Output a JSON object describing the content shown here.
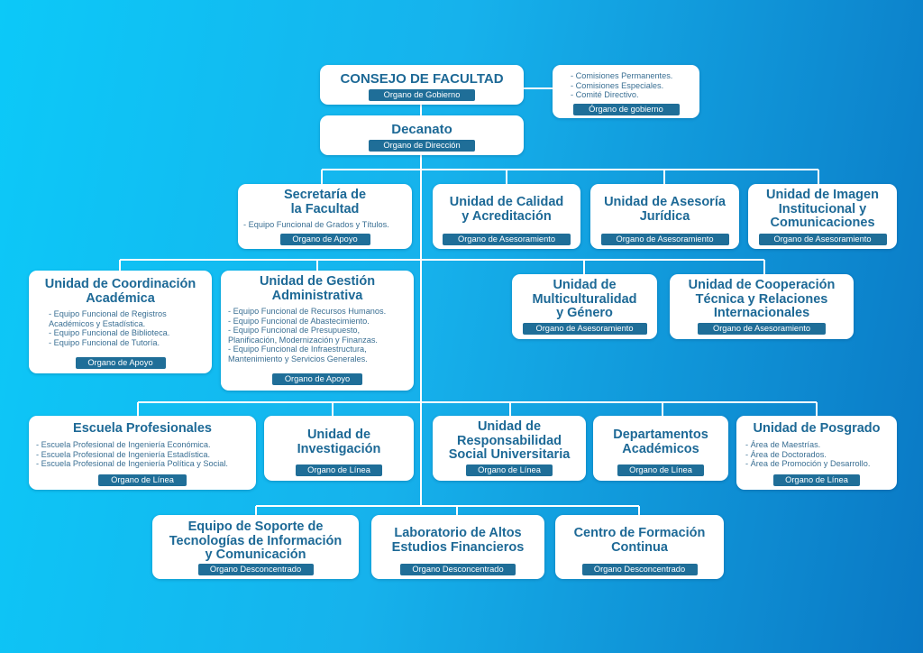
{
  "nodes": {
    "consejo": {
      "title": "CONSEJO DE FACULTAD",
      "badge": "Organo de Gobierno"
    },
    "comisiones": {
      "items": [
        "- Comisiones Permanentes.",
        "- Comisiones Especiales.",
        "- Comité Directivo."
      ],
      "badge": "Órgano de gobierno"
    },
    "decanato": {
      "title": "Decanato",
      "badge": "Organo de Dirección"
    },
    "secretaria": {
      "title": "Secretaría de\nla Facultad",
      "items": [
        "- Equipo Funcional de Grados y Títulos."
      ],
      "badge": "Organo de Apoyo"
    },
    "calidad": {
      "title": "Unidad de Calidad\ny Acreditación",
      "badge": "Organo de Asesoramiento"
    },
    "asesoria": {
      "title": "Unidad de Asesoría\nJurídica",
      "badge": "Organo de Asesoramiento"
    },
    "imagen": {
      "title": "Unidad de Imagen\nInstitucional y\nComunicaciones",
      "badge": "Organo de Asesoramiento"
    },
    "coordinacion": {
      "title": "Unidad de Coordinación\nAcadémica",
      "items": [
        "- Equipo Funcional de Registros\n  Académicos y Estadística.",
        "- Equipo Funcional de Biblioteca.",
        "- Equipo Funcional de Tutoría."
      ],
      "badge": "Organo de Apoyo"
    },
    "gestion": {
      "title": "Unidad de Gestión\nAdministrativa",
      "items": [
        "- Equipo Funcional de Recursos Humanos.",
        "- Equipo Funcional de Abastecimiento.",
        "- Equipo Funcional de Presupuesto,\n  Planificación, Modernización y Finanzas.",
        "- Equipo Funcional de Infraestructura,\n  Mantenimiento y Servicios Generales."
      ],
      "badge": "Organo de Apoyo"
    },
    "multicultural": {
      "title": "Unidad de\nMulticulturalidad\ny Género",
      "badge": "Organo de Asesoramiento"
    },
    "cooperacion": {
      "title": "Unidad de Cooperación\nTécnica y Relaciones\nInternacionales",
      "badge": "Organo de Asesoramiento"
    },
    "escuela": {
      "title": "Escuela Profesionales",
      "items": [
        "- Escuela Profesional de Ingeniería Económica.",
        "- Escuela Profesional de Ingeniería Estadística.",
        "- Escuela Profesional de Ingeniería Política y Social."
      ],
      "badge": "Organo de Línea"
    },
    "investigacion": {
      "title": "Unidad de\nInvestigación",
      "badge": "Organo de Línea"
    },
    "responsabilidad": {
      "title": "Unidad de\nResponsabilidad\nSocial Universitaria",
      "badge": "Organo de Línea"
    },
    "departamentos": {
      "title": "Departamentos\nAcadémicos",
      "badge": "Organo de Línea"
    },
    "posgrado": {
      "title": "Unidad de Posgrado",
      "items": [
        "- Área de Maestrías.",
        "- Área de Doctorados.",
        "- Área de Promoción y Desarrollo."
      ],
      "badge": "Organo de Línea"
    },
    "soporte": {
      "title": "Equipo de Soporte de\nTecnologías de Información\ny Comunicación",
      "badge": "Organo Desconcentrado"
    },
    "laboratorio": {
      "title": "Laboratorio de Altos\nEstudios Financieros",
      "badge": "Organo Desconcentrado"
    },
    "formacion": {
      "title": "Centro de Formación\nContinua",
      "badge": "Organo Desconcentrado"
    }
  },
  "colors": {
    "background_start": "#0cc9f8",
    "background_end": "#0a78c4",
    "box": "#ffffff",
    "title": "#1d6996",
    "badge": "#1f6e98",
    "lines": "#ffffff"
  }
}
